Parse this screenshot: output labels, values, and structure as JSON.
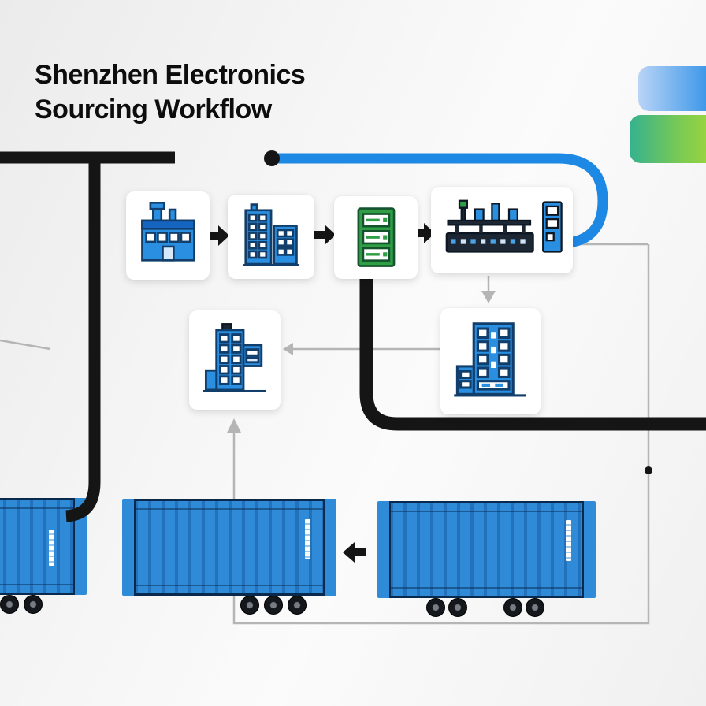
{
  "title": {
    "line1": "Shenzhen Electronics",
    "line2": "Sourcing Workflow"
  },
  "palette": {
    "accent_blue": "#1e88e5",
    "accent_green": "#7ccb52",
    "container_blue": "#2f8ad8",
    "connector_black": "#151515",
    "connector_gray": "#b5b5b5",
    "card_background": "#ffffff",
    "icon_navy": "#123e6b",
    "icon_green": "#2f9e44"
  },
  "legend_bars": [
    {
      "name": "blue-gradient-bar",
      "gradient_from": "#b9d4f6",
      "gradient_to": "#1e88e5"
    },
    {
      "name": "green-gradient-bar",
      "gradient_from": "#35b28e",
      "gradient_to": "#a9da35"
    }
  ],
  "workflow": {
    "row1_nodes": [
      {
        "icon": "factory-icon"
      },
      {
        "icon": "office-buildings-icon"
      },
      {
        "icon": "component-cabinet-icon"
      },
      {
        "icon": "assembly-line-icon"
      }
    ],
    "row2_nodes": [
      {
        "icon": "supplier-building-icon"
      },
      {
        "icon": "distribution-building-icon"
      }
    ],
    "shipping": [
      {
        "icon": "shipping-container-icon",
        "position": "left"
      },
      {
        "icon": "shipping-container-icon",
        "position": "middle"
      },
      {
        "icon": "shipping-container-icon",
        "position": "right"
      }
    ]
  }
}
